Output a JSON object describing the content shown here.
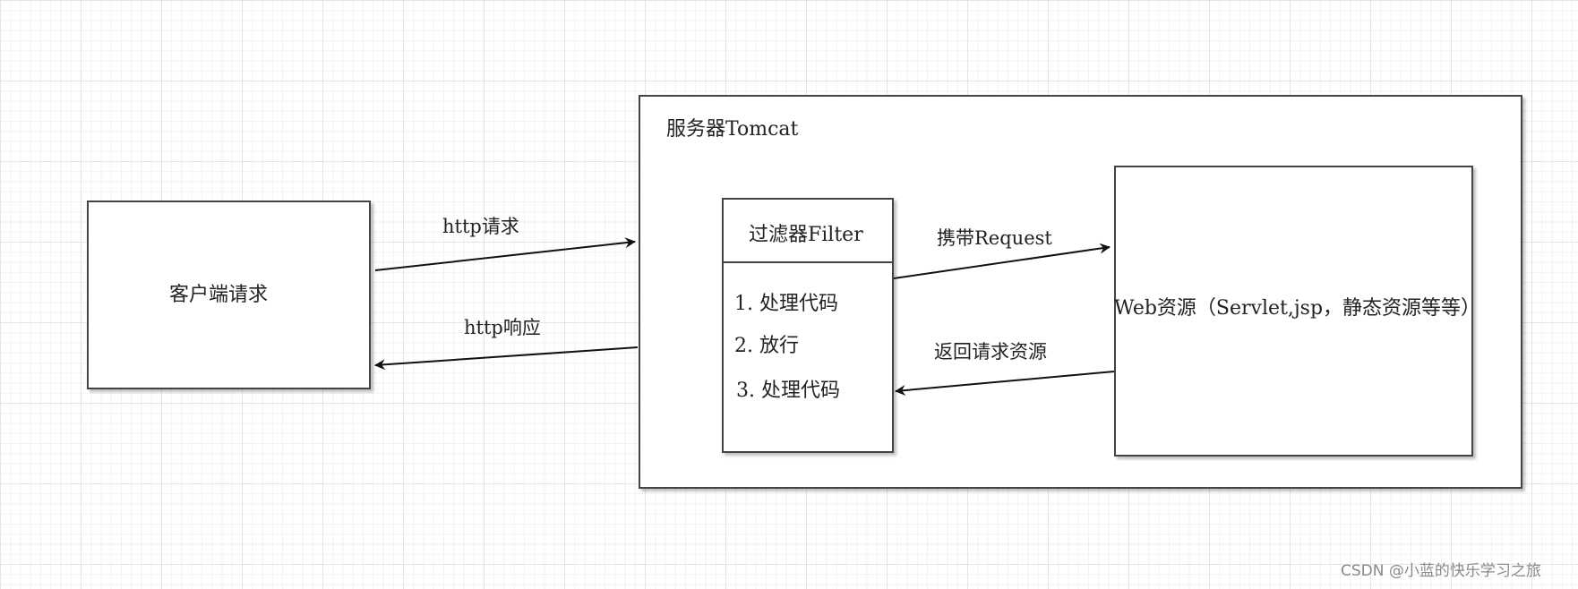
{
  "client": {
    "title": "客户端请求"
  },
  "server": {
    "title": "服务器Tomcat",
    "filter": {
      "title": "过滤器Filter",
      "steps": [
        "1. 处理代码",
        "2. 放行",
        "3. 处理代码"
      ]
    },
    "web_resource": {
      "title": "Web资源（Servlet,jsp，静态资源等等）"
    }
  },
  "arrows": {
    "http_request": "http请求",
    "http_response": "http响应",
    "carry_request": "携带Request",
    "return_resource": "返回请求资源"
  },
  "watermark": "CSDN @小蓝的快乐学习之旅"
}
